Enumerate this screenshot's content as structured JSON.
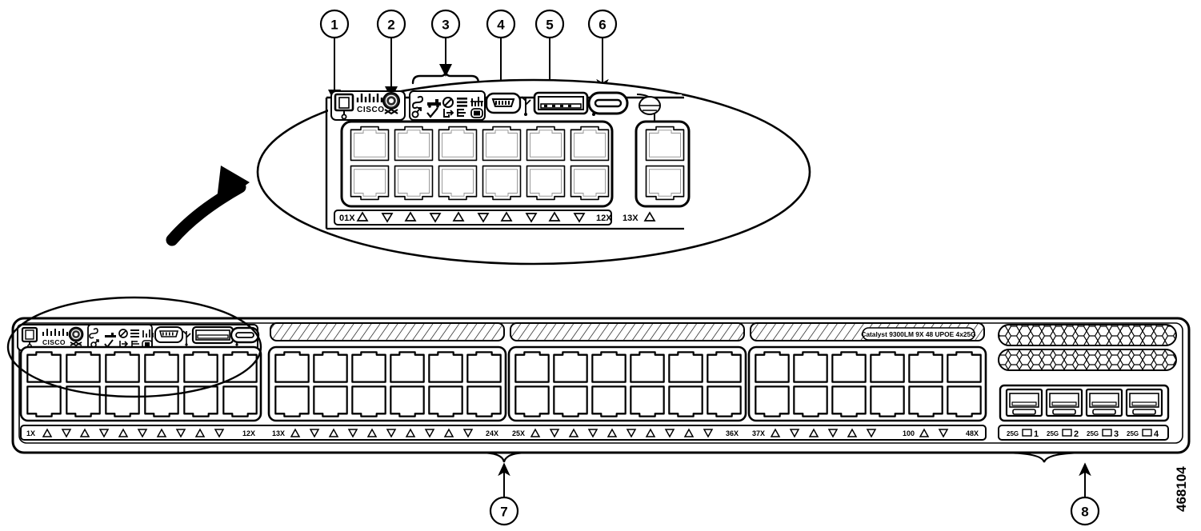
{
  "figure": {
    "id_label": "468104",
    "device_model": "Catalyst 9300LM 9X 48 UPOE 4x25G",
    "brand": "CISCO"
  },
  "callouts": [
    {
      "n": "1",
      "name": "console-port-rj45"
    },
    {
      "n": "2",
      "name": "mode-button"
    },
    {
      "n": "3",
      "name": "status-leds"
    },
    {
      "n": "4",
      "name": "usb-mini-b-console-port"
    },
    {
      "n": "5",
      "name": "usb-type-a-storage-port"
    },
    {
      "n": "6",
      "name": "usb-type-c-console-port"
    },
    {
      "n": "7",
      "name": "downlink-ports"
    },
    {
      "n": "8",
      "name": "uplink-ports"
    }
  ],
  "detail_panel": {
    "led_icons_row1": [
      "speed-led",
      "poe-led",
      "status-led",
      "stack-led",
      "activity-led"
    ],
    "led_icons_row2": [
      "duplex-led",
      "check-led",
      "export-led",
      "hierarchy-led",
      "console-led"
    ],
    "port_row_labels": [
      "01X",
      "12X",
      "13X"
    ]
  },
  "chassis": {
    "port_group_labels": [
      "1X",
      "12X",
      "13X",
      "24X",
      "25X",
      "36X",
      "37X",
      "48X"
    ],
    "downlink_port_count": 48,
    "uplink_ports": [
      {
        "speed": "25G",
        "number": "1"
      },
      {
        "speed": "25G",
        "number": "2"
      },
      {
        "speed": "25G",
        "number": "3"
      },
      {
        "speed": "25G",
        "number": "4"
      }
    ]
  },
  "colors": {
    "line": "#000000",
    "panel_fill": "#ffffff",
    "shade": "#f2f2f2"
  }
}
